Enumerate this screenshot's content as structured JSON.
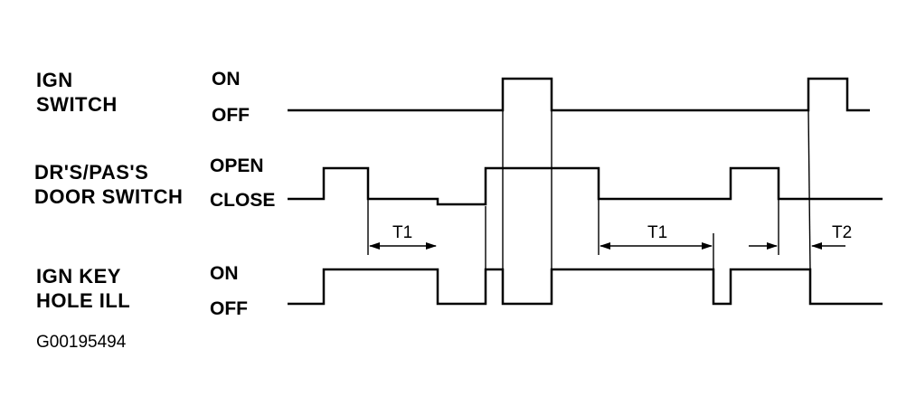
{
  "signals": [
    {
      "id": "ign",
      "name_line1": "IGN",
      "name_line2": "SWITCH",
      "high_label": "ON",
      "low_label": "OFF"
    },
    {
      "id": "door",
      "name_line1": "DR'S/PAS'S",
      "name_line2": "DOOR SWITCH",
      "high_label": "OPEN",
      "low_label": "CLOSE"
    },
    {
      "id": "ill",
      "name_line1": "IGN KEY",
      "name_line2": "HOLE ILL",
      "high_label": "ON",
      "low_label": "OFF"
    }
  ],
  "intervals": [
    {
      "label": "T1"
    },
    {
      "label": "T1"
    },
    {
      "label": "T2"
    }
  ],
  "figure_id": "G00195494",
  "colors": {
    "ink": "#000000",
    "background": "#ffffff"
  }
}
